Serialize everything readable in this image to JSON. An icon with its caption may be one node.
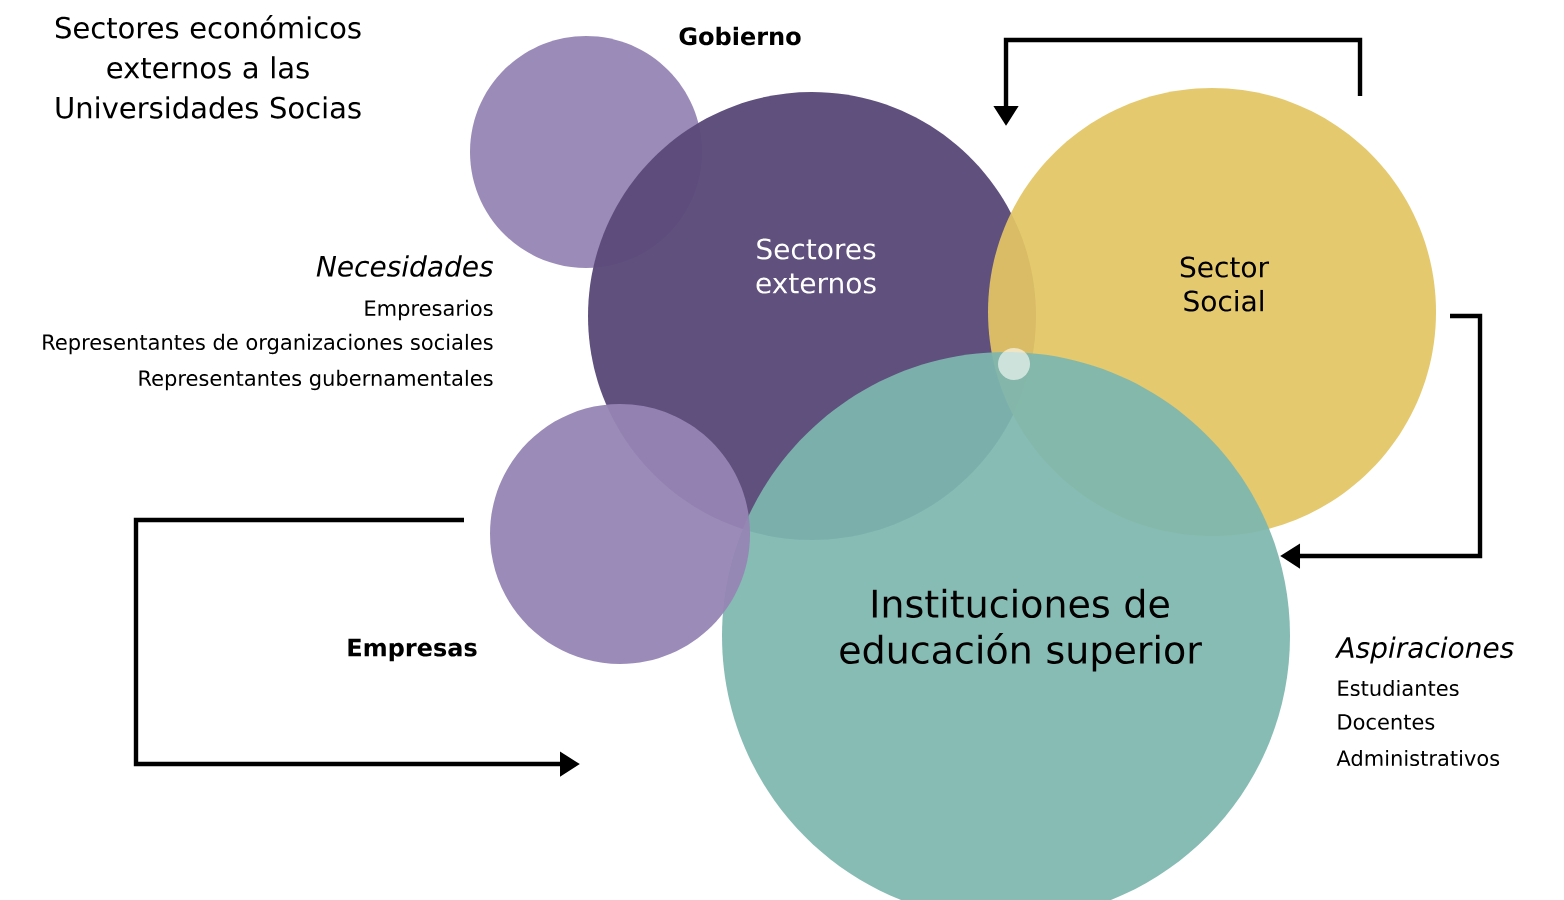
{
  "diagram": {
    "title": "Sectores económicos externos a las Universidades Socias",
    "nodes": [
      {
        "text": [
          "Gobierno"
        ]
      },
      {
        "text": [
          "Sectores externos"
        ]
      },
      {
        "text": [
          "Sector Social"
        ]
      },
      {
        "text": [
          "Instituciones de educación superior"
        ]
      },
      {
        "text": [
          "Empresas"
        ]
      },
      {
        "text": [],
        "shape": "circle"
      }
    ],
    "edges": [
      {
        "from": 2,
        "to": 1,
        "arrow": "to"
      },
      {
        "from": 2,
        "to": 3,
        "arrow": "to"
      },
      {
        "from": 4,
        "to": null,
        "arrow": "to"
      }
    ],
    "labels": [
      "Necesidades",
      "Empresarios",
      "Representantes de organizaciones sociales",
      "Representantes gubernamentales",
      "Aspiraciones",
      "Estudiantes",
      "Docentes",
      "Administrativos"
    ]
  }
}
